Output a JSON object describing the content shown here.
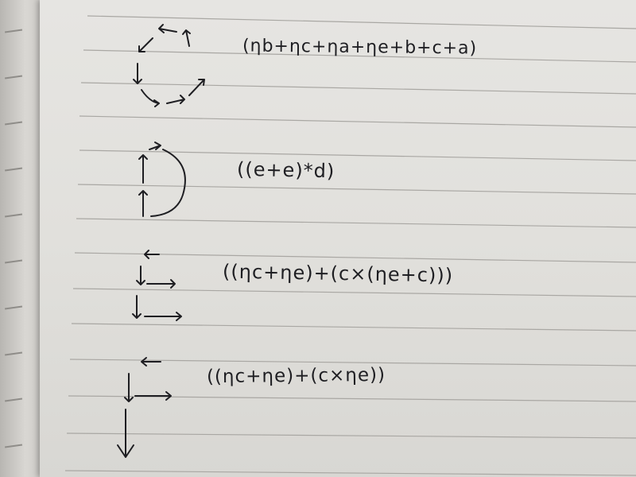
{
  "expressions": [
    "(ηb+ηc+ηa+ηe+b+c+a)",
    "((e+e)*d)",
    "((ηc+ηe)+(c×(ηe+c)))",
    "((ηc+ηe)+(c×ηe))"
  ],
  "diagram_icons": [
    "cycle-arrows-icon",
    "loop-arrows-icon",
    "step-arrows-icon",
    "step-arrows-icon"
  ],
  "colors": {
    "paper": "#e3e2de",
    "rule": "#a9a7a3",
    "ink": "#1e1e22"
  }
}
